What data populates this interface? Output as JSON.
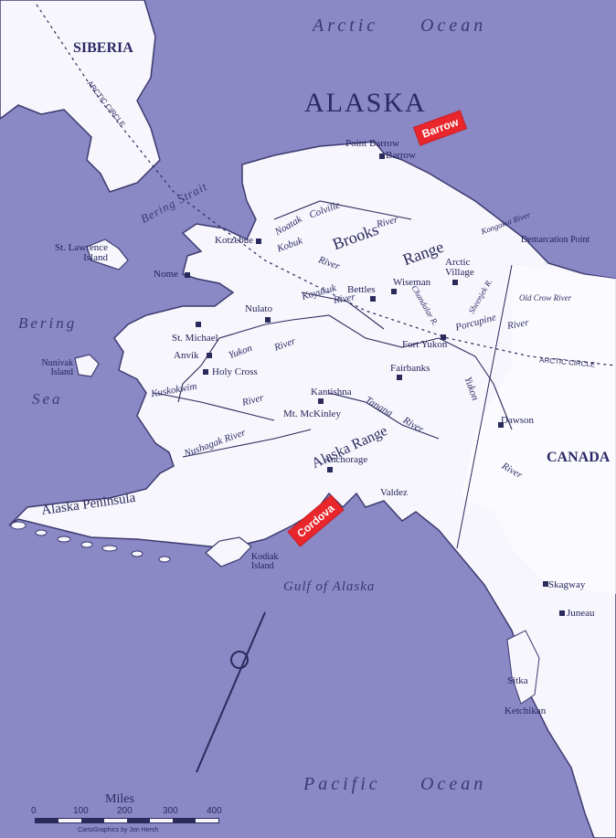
{
  "map": {
    "oceans": [
      "Arctic",
      "Ocean",
      "Pacific",
      "Ocean"
    ],
    "seas": [
      "Bering",
      "Sea",
      "Gulf of Alaska"
    ],
    "strait": "Bering Strait",
    "title": "ALASKA",
    "regions": [
      "SIBERIA",
      "CANADA"
    ],
    "circle": [
      "ARCTIC CIRCLE",
      "ARCTIC CIRCLE"
    ],
    "ranges": [
      "Brooks",
      "Range",
      "Alaska Range"
    ],
    "rivers": [
      "Colville",
      "River",
      "Noatak",
      "Kobuk",
      "River",
      "Koyukuk",
      "River",
      "Yukon",
      "River",
      "Kuskokwim",
      "River",
      "Nushagak River",
      "Tanana",
      "River",
      "Porcupine",
      "River",
      "Yukon",
      "River",
      "Kongakut River",
      "Old Crow River",
      "Sheenjek R.",
      "Chandalar R."
    ],
    "places": [
      "Point Barrow",
      "Barrow",
      "Kotzebue",
      "Nome",
      "St. Lawrence Island",
      "Nunivak Island",
      "Nulato",
      "St. Michael",
      "Anvik",
      "Holy Cross",
      "Kantishna",
      "Mt. McKinley",
      "Fairbanks",
      "Fort Yukon",
      "Bettles",
      "Wiseman",
      "Arctic Village",
      "Demarcation Point",
      "Dawson",
      "Anchorage",
      "Valdez",
      "Kodiak Island",
      "Alaska Peninsula",
      "Skagway",
      "Juneau",
      "Sitka",
      "Ketchikan"
    ],
    "callouts": [
      "Barrow",
      "Cordova"
    ],
    "scale": {
      "title": "Miles",
      "ticks": [
        "0",
        "100",
        "200",
        "300",
        "400"
      ],
      "credit": "CartoGraphics by Jon Hersh"
    },
    "colors": {
      "water": "#8b88c6",
      "land": "#f7f6fd",
      "ink": "#2b2a5c",
      "callout": "#e8262c"
    }
  }
}
